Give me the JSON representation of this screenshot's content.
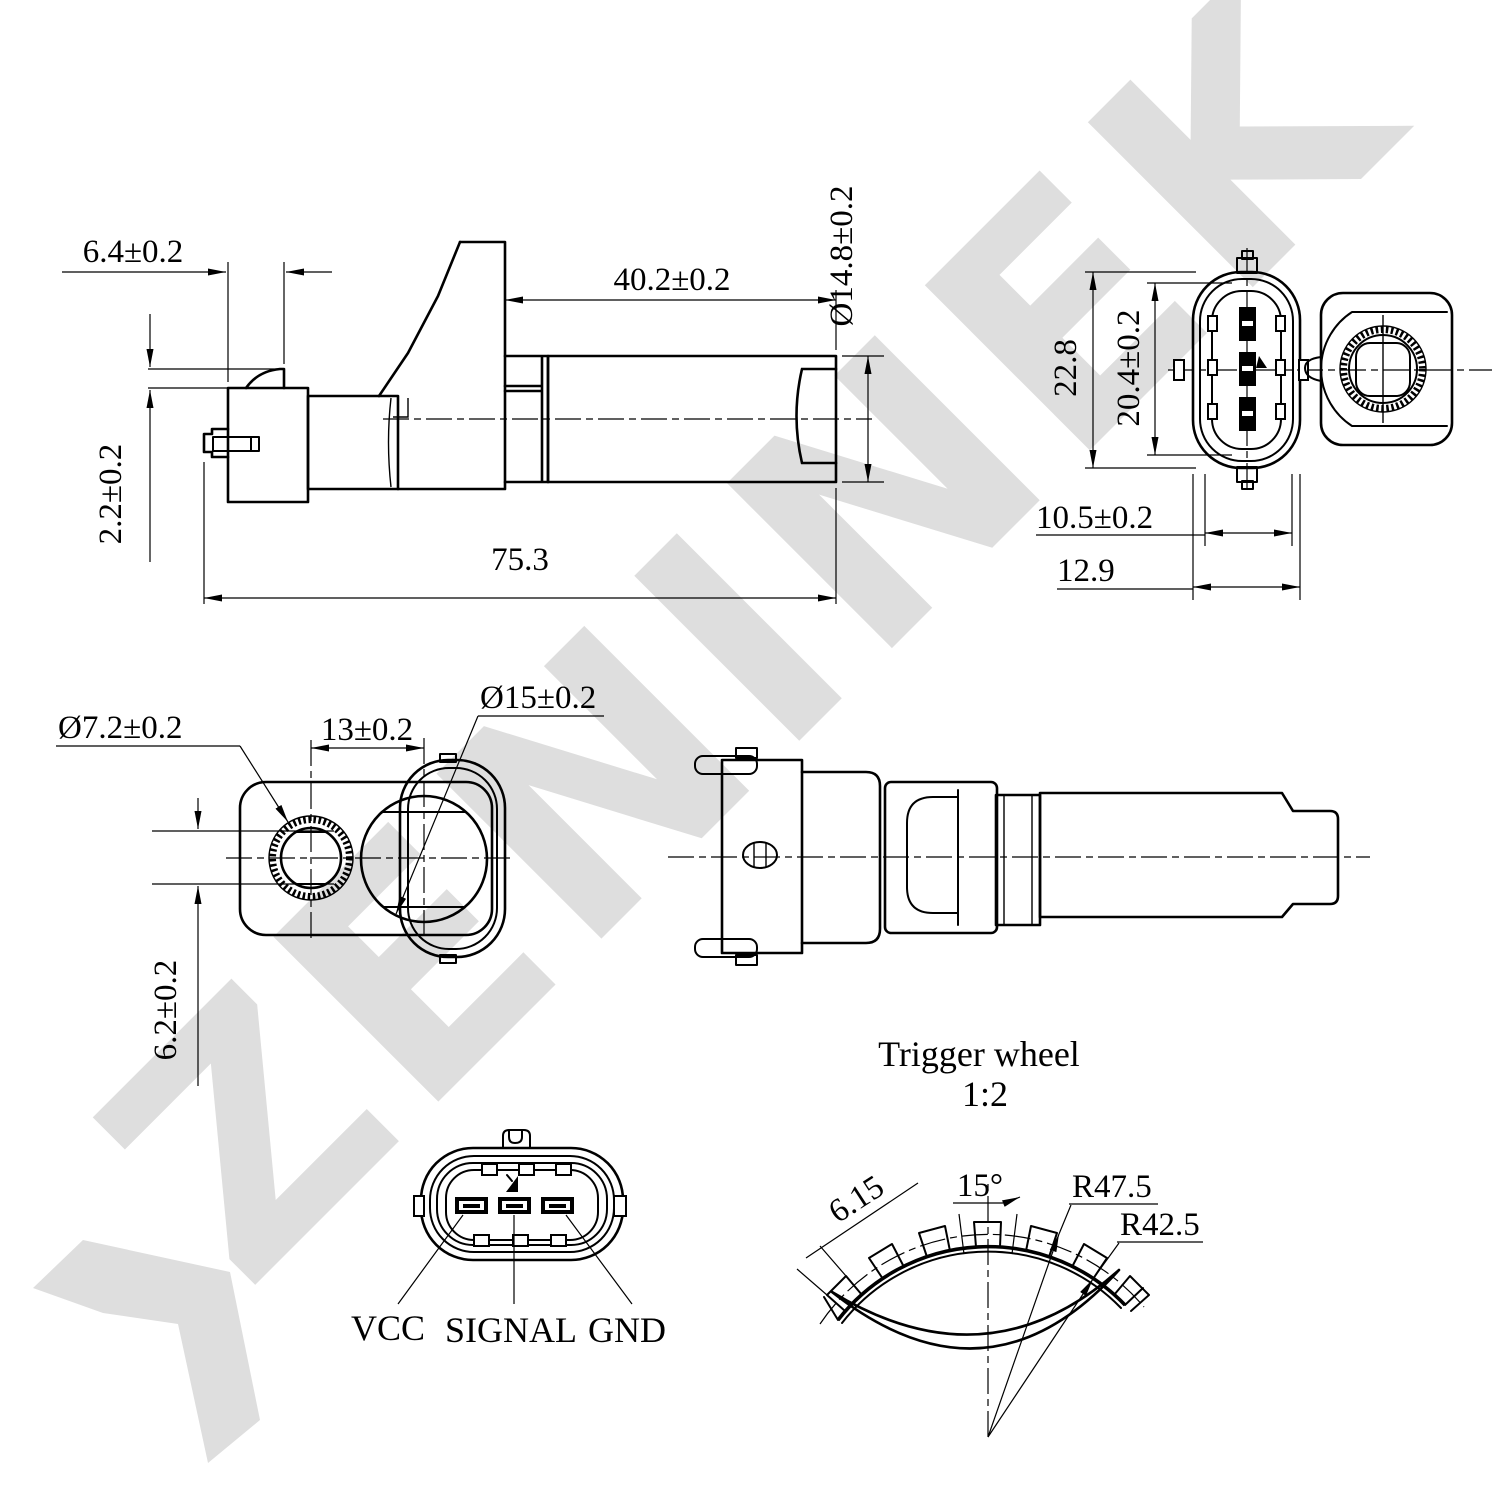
{
  "drawing": {
    "watermark": "ZENINEK",
    "side_view": {
      "pin_offset": "6.4±0.2",
      "pin_drop": "2.2±0.2",
      "barrel_length": "40.2±0.2",
      "barrel_diameter": "Ø14.8±0.2",
      "overall_length": "75.3"
    },
    "connector_end_view": {
      "overall_height": "22.8",
      "inner_height": "20.4±0.2",
      "inner_width": "10.5±0.2",
      "overall_width": "12.9"
    },
    "top_view": {
      "hole_diameter": "Ø7.2±0.2",
      "center_distance": "13±0.2",
      "boss_diameter": "Ø15±0.2",
      "flat_height": "6.2±0.2"
    },
    "connector_face_view": {
      "pins": [
        "VCC",
        "SIGNAL",
        "GND"
      ]
    },
    "trigger_wheel": {
      "title": "Trigger wheel",
      "scale": "1:2",
      "tooth_width": "6.15",
      "tooth_pitch": "15°",
      "outer_radius": "R47.5",
      "inner_radius": "R42.5"
    }
  }
}
